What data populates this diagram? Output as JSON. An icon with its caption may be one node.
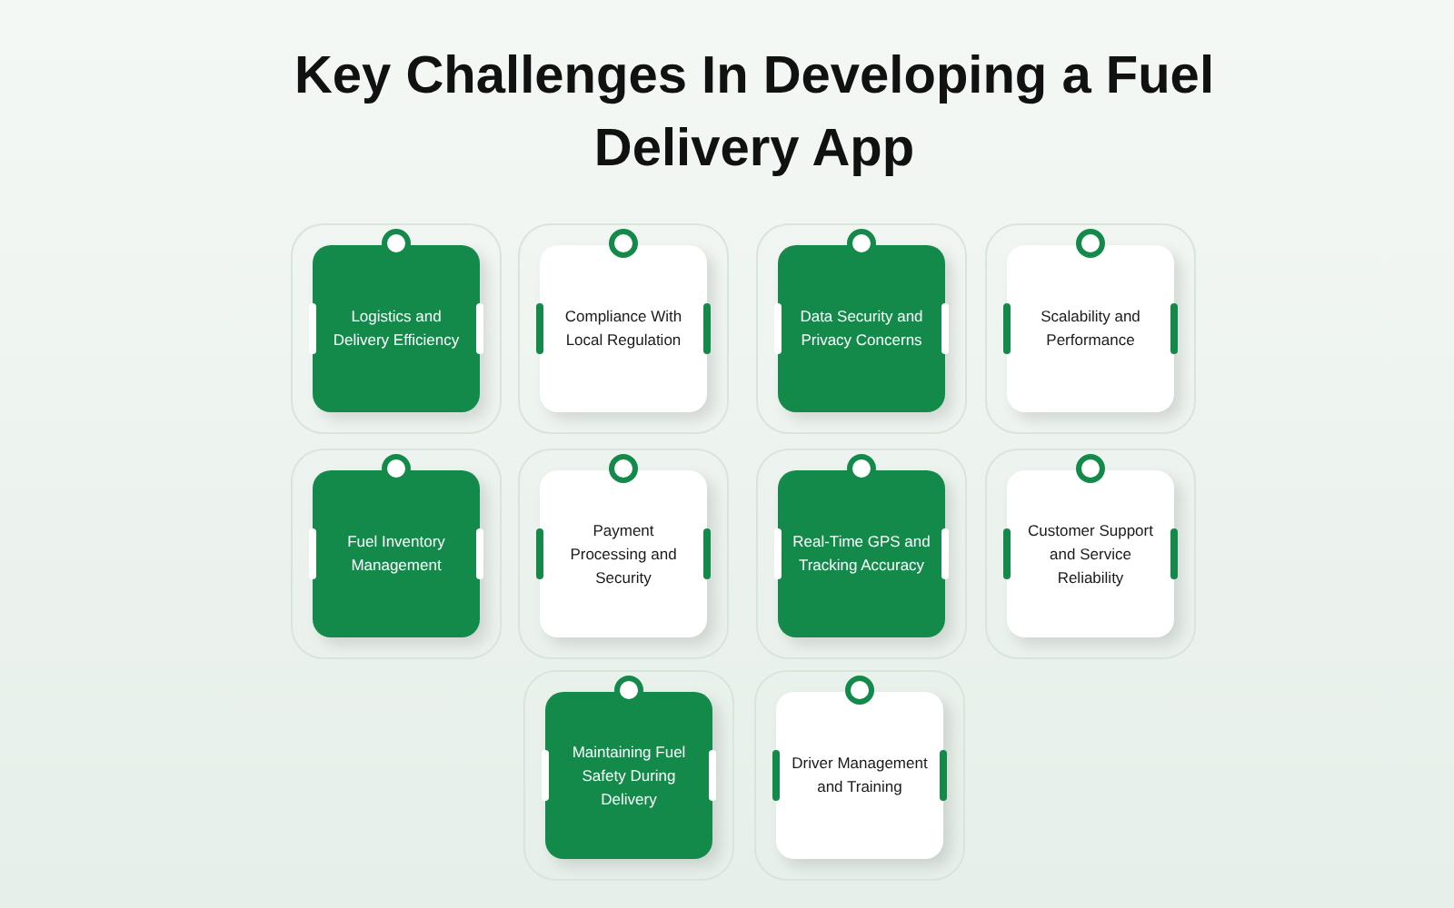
{
  "diagram": {
    "title": "Key Challenges In Developing a Fuel Delivery App",
    "nodes": [
      {
        "text": [
          "Logistics and Delivery Efficiency"
        ]
      },
      {
        "text": [
          "Compliance With Local Regulation"
        ]
      },
      {
        "text": [
          "Data Security and Privacy Concerns"
        ]
      },
      {
        "text": [
          "Scalability and Performance"
        ]
      },
      {
        "text": [
          "Fuel Inventory Management"
        ]
      },
      {
        "text": [
          "Payment Processing and Security"
        ]
      },
      {
        "text": [
          "Real-Time GPS and Tracking Accuracy"
        ]
      },
      {
        "text": [
          "Customer Support and Service Reliability"
        ]
      },
      {
        "text": [
          "Maintaining Fuel Safety During Delivery"
        ]
      },
      {
        "text": [
          "Driver Management and Training"
        ]
      }
    ]
  }
}
